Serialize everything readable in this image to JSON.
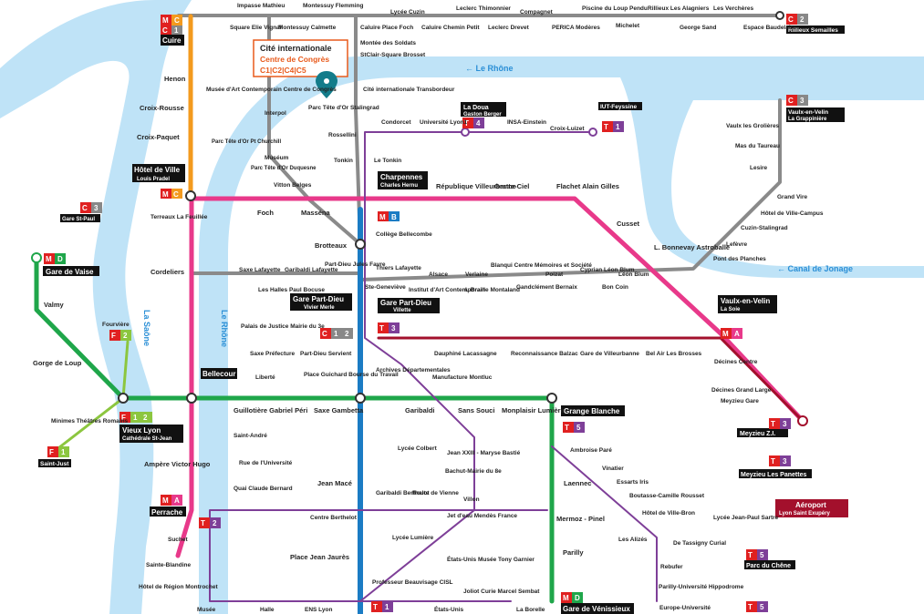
{
  "colors": {
    "river": "#bfe3f7",
    "metro_A": "#e8398a",
    "metro_B": "#1b7cc4",
    "metro_C": "#f39a1e",
    "metro_D": "#1fa64a",
    "tram_T1": "#7e3f98",
    "tram_rhone": "#a3102c",
    "tram_T5": "#7e3f98",
    "funicular": "#8cc63f",
    "bus_C": "#8a8a8a",
    "highlight_box": "#e85a1b"
  },
  "rivers": {
    "rhone_top": "← Le Rhône",
    "canal": "← Canal de Jonage",
    "saone": "La Saône",
    "rhone_left": "Le Rhône"
  },
  "callout": {
    "title": "Cité internationale",
    "subtitle": "Centre de Congrès",
    "lines": "C1|C2|C4|C5",
    "icon": "map-pin-icon"
  },
  "line_badges": {
    "C": "C",
    "A": "A",
    "B": "B",
    "D": "D",
    "M": "M",
    "F": "F",
    "T": "T",
    "n1": "1",
    "n2": "2",
    "n3": "3",
    "n4": "4",
    "n5": "5"
  },
  "boxed_stations": [
    {
      "id": "cuire",
      "name": "Cuire"
    },
    {
      "id": "hotel-de-ville",
      "name": "Hôtel de Ville",
      "sub": "Louis Pradel"
    },
    {
      "id": "gare-st-paul",
      "name": "Gare St-Paul"
    },
    {
      "id": "gare-de-vaise",
      "name": "Gare de Vaise"
    },
    {
      "id": "charpennes",
      "name": "Charpennes",
      "sub": "Charles Hernu"
    },
    {
      "id": "gare-part-dieu-vivier",
      "name": "Gare Part-Dieu",
      "sub": "Vivier Merle"
    },
    {
      "id": "gare-part-dieu-villette",
      "name": "Gare Part-Dieu",
      "sub": "Villette"
    },
    {
      "id": "la-doua",
      "name": "La Doua",
      "sub": "Gaston Berger"
    },
    {
      "id": "iut-feyssine",
      "name": "IUT-Feyssine"
    },
    {
      "id": "bellecour",
      "name": "Bellecour"
    },
    {
      "id": "vieux-lyon",
      "name": "Vieux Lyon",
      "sub": "Cathédrale St-Jean"
    },
    {
      "id": "perrache",
      "name": "Perrache"
    },
    {
      "id": "grange-blanche",
      "name": "Grange Blanche"
    },
    {
      "id": "vaulx-la-soie",
      "name": "Vaulx-en-Velin",
      "sub": "La Soie"
    },
    {
      "id": "meyzieu-zi",
      "name": "Meyzieu Z.I."
    },
    {
      "id": "meyzieu-panettes",
      "name": "Meyzieu Les Panettes"
    },
    {
      "id": "aeroport",
      "name": "Aéroport",
      "sub": "Lyon Saint Exupéry"
    },
    {
      "id": "rillieux",
      "name": "Rillieux Semailles"
    },
    {
      "id": "vaulx-grappiniere",
      "name": "Vaulx-en-Velin",
      "sub": "La Grappinière"
    },
    {
      "id": "saint-just",
      "name": "Saint-Just"
    },
    {
      "id": "parc-du-chene",
      "name": "Parc du Chêne"
    },
    {
      "id": "gare-venissieux",
      "name": "Gare de Vénissieux"
    }
  ],
  "stations": [
    "Impasse Mathieu",
    "Montessuy Flemming",
    "Square Elie Vignal",
    "Montessuy Calmette",
    "Lycée Cuzin",
    "Leclerc Thimonnier",
    "Compagnet",
    "Piscine du Loup Pendu",
    "Rillieux Les Alagniers",
    "Les Verchères",
    "Caluire Place Foch",
    "Caluire Chemin Petit",
    "Leclerc Drevet",
    "PERICA Modères",
    "Michelet",
    "George Sand",
    "Espace Baudelaire",
    "Montée des Soldats",
    "StClair-Square Brosset",
    "Henon",
    "Croix-Rousse",
    "Croix-Paquet",
    "Musée d'Art Contemporain Centre de Congrès",
    "Cité internationale Transbordeur",
    "Parc Tête d'Or Stalingrad",
    "Interpol",
    "Rossellini",
    "Condorcet",
    "Université Lyon1",
    "INSA-Einstein",
    "Croix-Luizet",
    "Parc Tête d'Or Pt Churchill",
    "Muséum",
    "Parc Tête d'Or Duquesne",
    "Tonkin",
    "Le Tonkin",
    "Vitton Belges",
    "République Villeurbanne",
    "Gratte-Ciel",
    "Flachet Alain Gilles",
    "Cusset",
    "L. Bonnevay Astroballe",
    "Terreaux La Feuillée",
    "Foch",
    "Masséna",
    "Brotteaux",
    "Collège Bellecombe",
    "Cordeliers",
    "Saxe Lafayette",
    "Garibaldi Lafayette",
    "Part-Dieu Jules Favre",
    "Thiers Lafayette",
    "Alsace",
    "Verlaine",
    "Blanqui Centre Mémoires et Société",
    "Poizat",
    "Cyprian Léon Blum",
    "Léon Blum",
    "Les Halles Paul Bocuse",
    "Ste-Geneviève",
    "Institut d'Art Contemporain",
    "L.Braille Montaland",
    "Gandclément Bernaix",
    "Bon Coin",
    "Valmy",
    "Fourvière",
    "Gorge de Loup",
    "Palais de Justice Mairie du 3e",
    "Saxe Préfecture",
    "Part-Dieu Servient",
    "Place Guichard Bourse du Travail",
    "Dauphiné Lacassagne",
    "Reconnaissance Balzac",
    "Gare de Villeurbanne",
    "Bel Air Les Brosses",
    "Décines Centre",
    "Décines Grand Large",
    "Meyzieu Gare",
    "Liberté",
    "Archives Départementales",
    "Manufacture Montluc",
    "Minimes Théâtres Romains",
    "Guillotière Gabriel Péri",
    "Saxe Gambetta",
    "Garibaldi",
    "Sans Souci",
    "Monplaisir Lumière",
    "Saint-André",
    "Rue de l'Université",
    "Lycée Colbert",
    "Jean XXIII - Maryse Bastié",
    "Ambroise Paré",
    "Vinatier",
    "Essarts Iris",
    "Ampère Victor Hugo",
    "Quai Claude Bernard",
    "Jean Macé",
    "Bachut-Mairie du 8e",
    "Laennec",
    "Boutasse-Camille Rousset",
    "Hôtel de Ville-Bron",
    "Garibaldi Berthelot",
    "Route de Vienne",
    "Villon",
    "Centre Berthelot",
    "Jet d'eau Mendès France",
    "Mermoz - Pinel",
    "Lycée Jean-Paul Sartre",
    "Suchet",
    "Lycée Lumière",
    "Les Alizés",
    "De Tassigny Curial",
    "Parilly",
    "Place Jean Jaurès",
    "Sainte-Blandine",
    "États-Unis Musée Tony Garnier",
    "Rebufer",
    "Hôtel de Région Montrochet",
    "Professeur Beauvisage CISL",
    "Joliot Curie Marcel Sembat",
    "Parilly-Université Hippodrome",
    "Musée",
    "Halle",
    "ENS Lyon",
    "États-Unis",
    "La Borelle",
    "Europe-Université",
    "Vaulx les Grolières",
    "Mas du Taureau",
    "Lesire",
    "Grand Vire",
    "Hôtel de Ville-Campus",
    "Cuzin-Stalingrad",
    "Lefèvre",
    "Pont des Planches"
  ]
}
